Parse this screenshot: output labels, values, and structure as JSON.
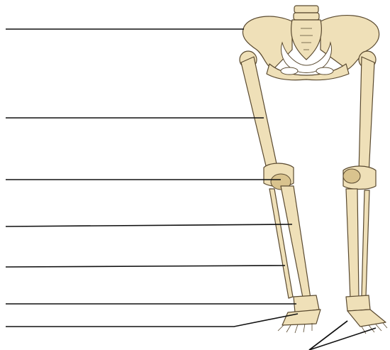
{
  "figure": {
    "subject": "lower-limb-skeleton",
    "colors": {
      "bone": "#efe0b8",
      "bone_shade": "#d9c38e",
      "outline": "#5a4a30",
      "leader": "#111111",
      "background": "#ffffff"
    }
  },
  "labels": [
    {
      "id": "hip-bone",
      "text": ""
    },
    {
      "id": "femur",
      "text": ""
    },
    {
      "id": "patella",
      "text": ""
    },
    {
      "id": "fibula",
      "text": ""
    },
    {
      "id": "tibia",
      "text": ""
    },
    {
      "id": "tarsals",
      "text": ""
    },
    {
      "id": "metatarsals",
      "text": ""
    },
    {
      "id": "phalanges",
      "text": ""
    }
  ]
}
